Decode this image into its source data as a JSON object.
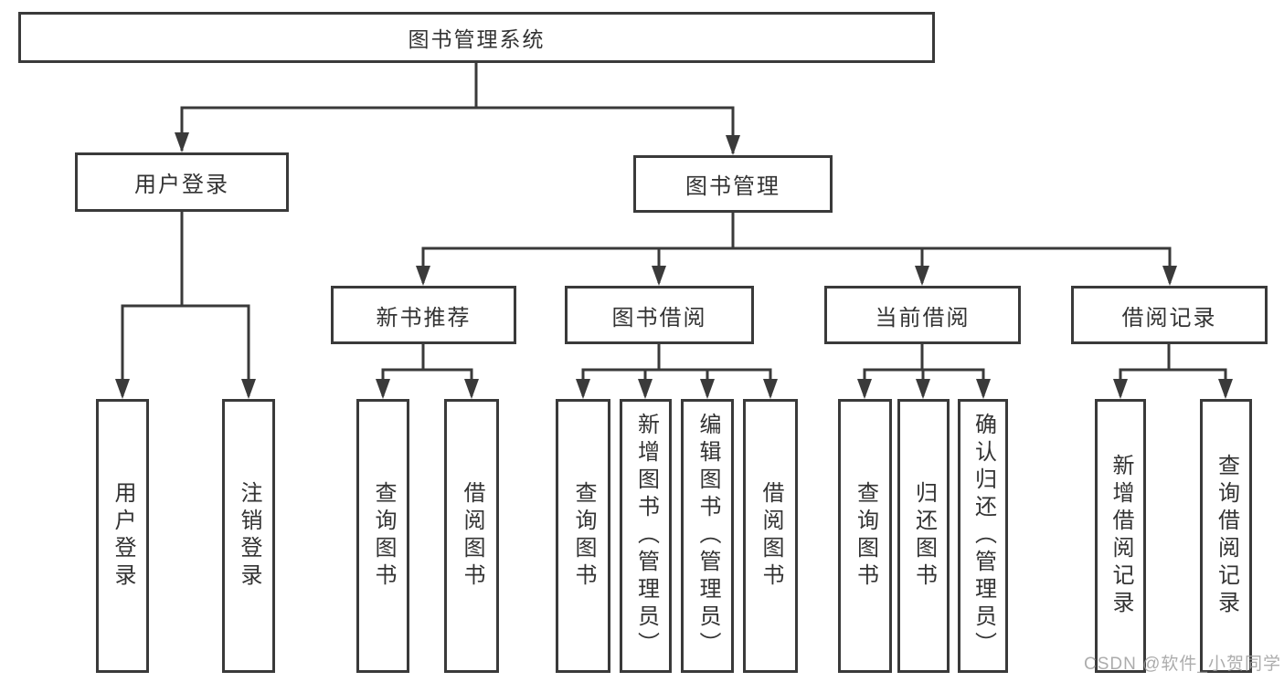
{
  "diagram": {
    "root": {
      "label": "图书管理系统"
    },
    "user_login": {
      "label": "用户登录",
      "children": [
        {
          "label": "用户登录"
        },
        {
          "label": "注销登录"
        }
      ]
    },
    "book_management": {
      "label": "图书管理",
      "sections": [
        {
          "label": "新书推荐",
          "children": [
            {
              "label": "查询图书"
            },
            {
              "label": "借阅图书"
            }
          ]
        },
        {
          "label": "图书借阅",
          "children": [
            {
              "label": "查询图书"
            },
            {
              "label": "新增图书（管理员）"
            },
            {
              "label": "编辑图书（管理员）"
            },
            {
              "label": "借阅图书"
            }
          ]
        },
        {
          "label": "当前借阅",
          "children": [
            {
              "label": "查询图书"
            },
            {
              "label": "归还图书"
            },
            {
              "label": "确认归还（管理员）"
            }
          ]
        },
        {
          "label": "借阅记录",
          "children": [
            {
              "label": "新增借阅记录"
            },
            {
              "label": "查询借阅记录"
            }
          ]
        }
      ]
    }
  },
  "watermark": "CSDN @软件_小贺同学"
}
